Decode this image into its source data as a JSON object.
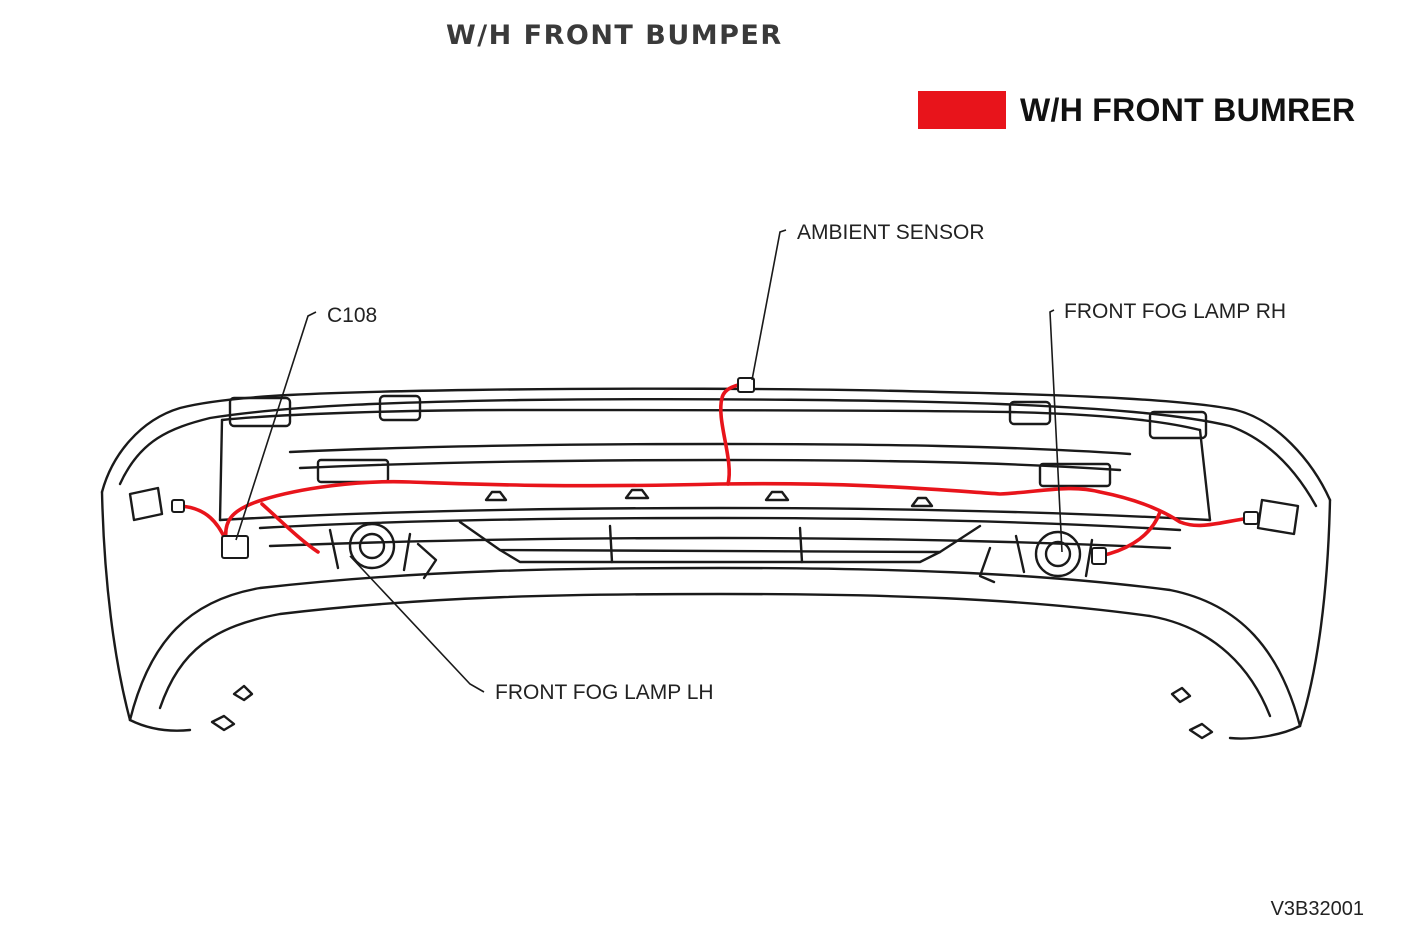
{
  "title": "W/H FRONT BUMPER",
  "legend": {
    "label": "W/H FRONT BUMRER",
    "color": "#e8141b"
  },
  "callouts": {
    "ambient_sensor": "AMBIENT SENSOR",
    "c108": "C108",
    "fog_rh": "FRONT FOG LAMP RH",
    "fog_lh": "FRONT FOG LAMP LH"
  },
  "diagram_id": "V3B32001",
  "colors": {
    "harness": "#e8141b",
    "outline": "#1a1a1a"
  }
}
